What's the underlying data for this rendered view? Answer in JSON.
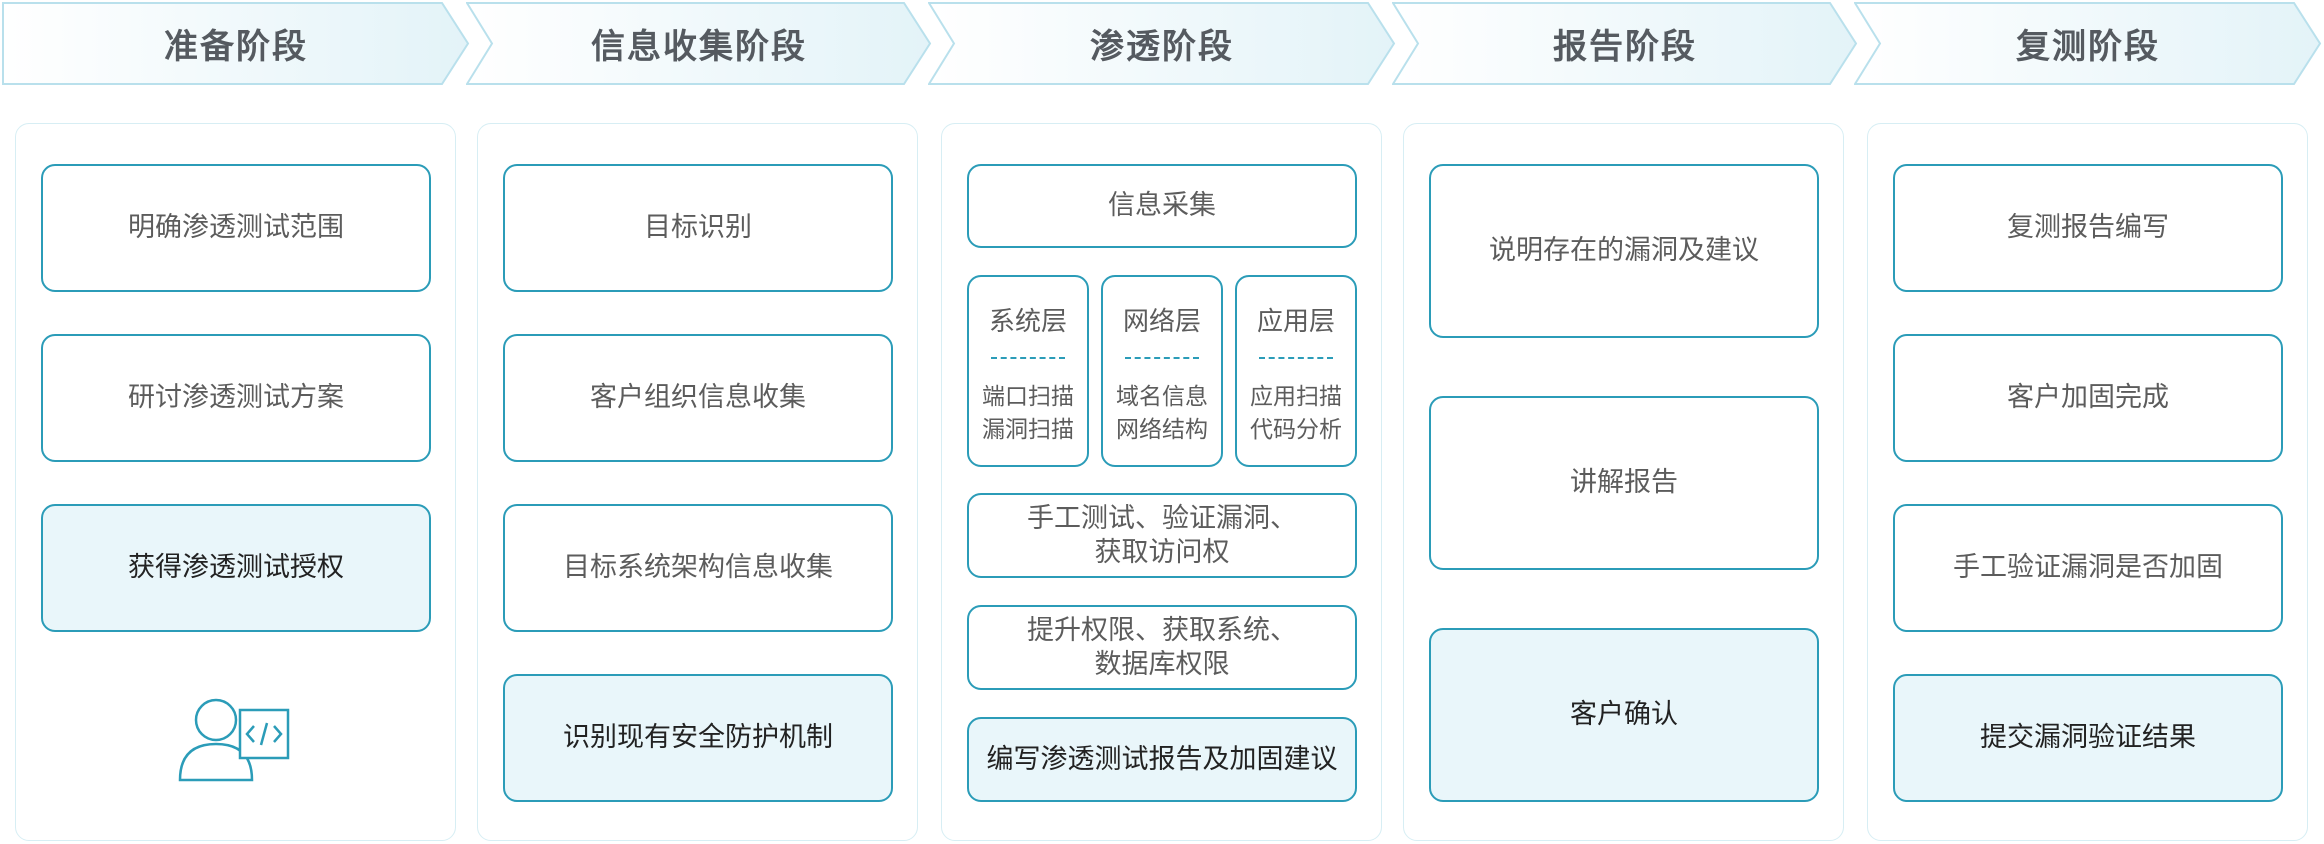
{
  "stages": [
    {
      "title": "准备阶段",
      "items": [
        {
          "text": "明确渗透测试范围",
          "highlight": false
        },
        {
          "text": "研讨渗透测试方案",
          "highlight": false
        },
        {
          "text": "获得渗透测试授权",
          "highlight": true
        }
      ],
      "icon": "user-code-icon"
    },
    {
      "title": "信息收集阶段",
      "items": [
        {
          "text": "目标识别",
          "highlight": false
        },
        {
          "text": "客户组织信息收集",
          "highlight": false
        },
        {
          "text": "目标系统架构信息收集",
          "highlight": false
        },
        {
          "text": "识别现有安全防护机制",
          "highlight": true
        }
      ]
    },
    {
      "title": "渗透阶段",
      "items": [
        {
          "text": "信息采集",
          "highlight": false
        },
        {
          "text": "手工测试、验证漏洞、\n获取访问权",
          "highlight": false
        },
        {
          "text": "提升权限、获取系统、\n数据库权限",
          "highlight": false
        },
        {
          "text": "编写渗透测试报告及加固建议",
          "highlight": true
        }
      ],
      "layers": [
        {
          "title": "系统层",
          "detail": "端口扫描\n漏洞扫描"
        },
        {
          "title": "网络层",
          "detail": "域名信息\n网络结构"
        },
        {
          "title": "应用层",
          "detail": "应用扫描\n代码分析"
        }
      ]
    },
    {
      "title": "报告阶段",
      "items": [
        {
          "text": "说明存在的漏洞及建议",
          "highlight": false
        },
        {
          "text": "讲解报告",
          "highlight": false
        },
        {
          "text": "客户确认",
          "highlight": true
        }
      ]
    },
    {
      "title": "复测阶段",
      "items": [
        {
          "text": "复测报告编写",
          "highlight": false
        },
        {
          "text": "客户加固完成",
          "highlight": false
        },
        {
          "text": "手工验证漏洞是否加固",
          "highlight": false
        },
        {
          "text": "提交漏洞验证结果",
          "highlight": true
        }
      ]
    }
  ],
  "colors": {
    "accent": "#2b9cb8",
    "highlight_fill": "#e9f6fa",
    "banner_fill": "#eaf6fa",
    "banner_stroke": "#b9e0ec"
  }
}
